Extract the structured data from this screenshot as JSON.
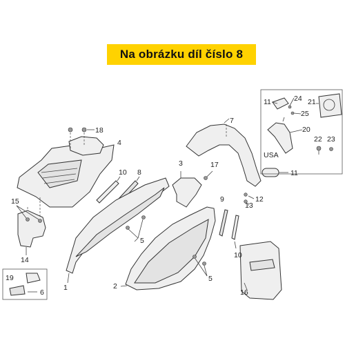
{
  "banner": {
    "text": "Na obrázku díl číslo 8"
  },
  "labels": {
    "l1": "1",
    "l2": "2",
    "l3": "3",
    "l4": "4",
    "l5a": "5",
    "l5b": "5",
    "l6": "6",
    "l7": "7",
    "l8": "8",
    "l9": "9",
    "l10a": "10",
    "l10b": "10",
    "l11a": "11",
    "l11b": "11",
    "l12": "12",
    "l13": "13",
    "l14": "14",
    "l15": "15",
    "l16": "16",
    "l17": "17",
    "l18": "18",
    "l19": "19",
    "l20": "20",
    "l21": "21",
    "l22": "22",
    "l23": "23",
    "l24": "24",
    "l25": "25"
  },
  "usa_label": "USA",
  "colors": {
    "banner_bg": "#ffd200",
    "line": "#333333",
    "part_fill": "#efefef"
  }
}
